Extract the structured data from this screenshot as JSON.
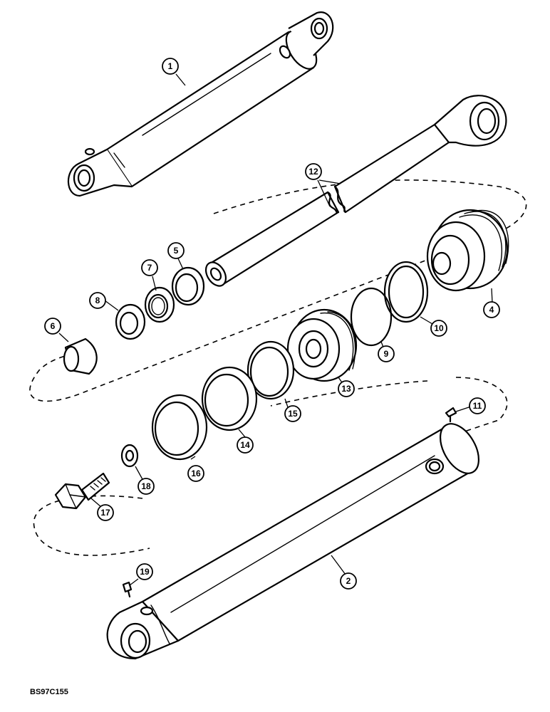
{
  "figure_id": "BS97C155",
  "callouts": [
    "1",
    "2",
    "4",
    "5",
    "6",
    "7",
    "8",
    "9",
    "10",
    "11",
    "12",
    "13",
    "14",
    "15",
    "16",
    "17",
    "18",
    "19"
  ]
}
